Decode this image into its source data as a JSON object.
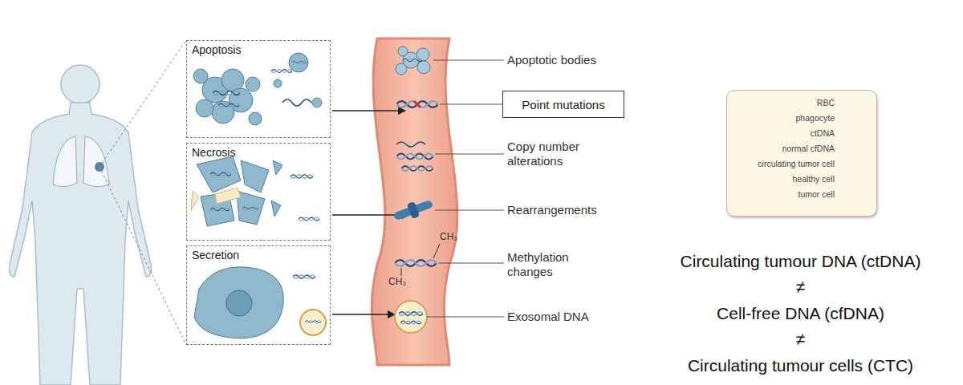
{
  "diagram": {
    "nodes": [
      {
        "text": [
          "Apoptosis"
        ]
      },
      {
        "text": [
          "Necrosis"
        ]
      },
      {
        "text": [
          "Secretion"
        ]
      },
      {
        "text": [
          "Point mutations"
        ]
      }
    ],
    "labels": [
      "Apoptotic bodies",
      "Copy number alterations",
      "Rearrangements",
      "Methylation changes",
      "Exosomal DNA",
      "CH₃",
      "CH₃",
      "Circulating tumour DNA (ctDNA)",
      "≠",
      "Cell-free DNA (cfDNA)",
      "≠",
      "Circulating tumour cells (CTC)"
    ],
    "legend": [
      {
        "text": "RBC"
      },
      {
        "text": "phagocyte"
      },
      {
        "text": "ctDNA"
      },
      {
        "text": "normal cfDNA"
      },
      {
        "text": "circulating tumor cell"
      },
      {
        "text": "healthy cell"
      },
      {
        "text": "tumor cell"
      }
    ]
  }
}
